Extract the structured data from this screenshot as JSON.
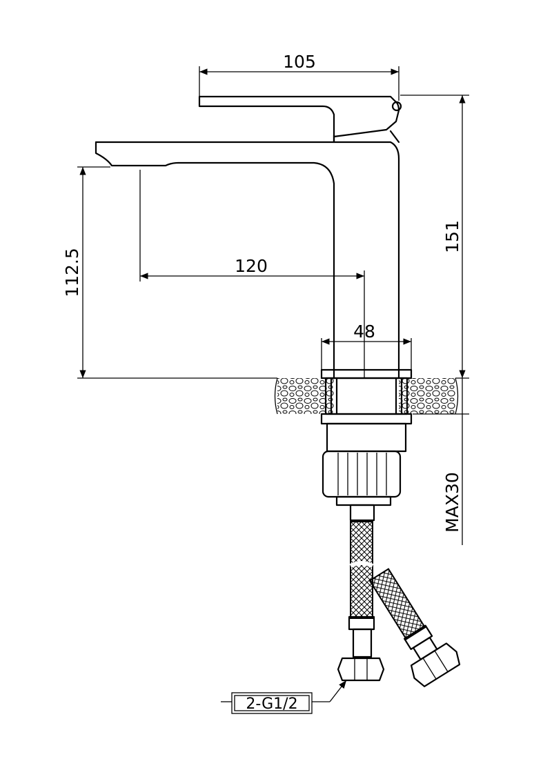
{
  "dimensions": {
    "top_width": "105",
    "total_height": "151",
    "spout_height": "112.5",
    "spout_reach": "120",
    "body_diameter": "48",
    "max_thickness": "MAX30"
  },
  "callout": {
    "thread_label": "2-G1/2"
  },
  "colors": {
    "line": "#000000",
    "background": "#ffffff"
  }
}
